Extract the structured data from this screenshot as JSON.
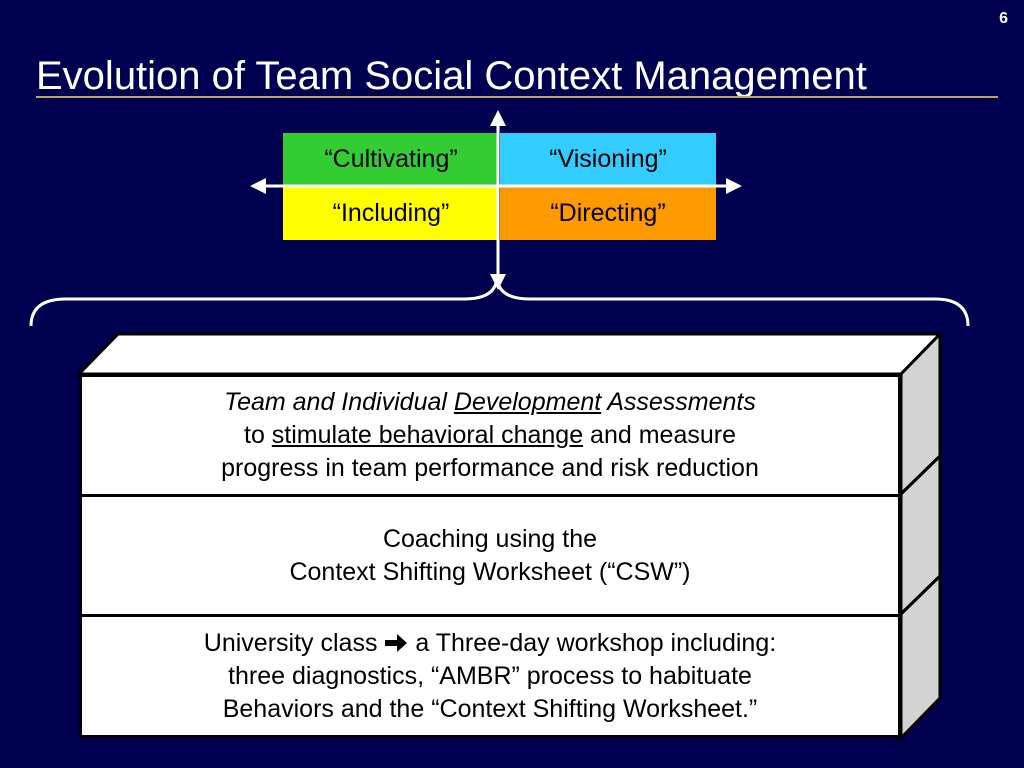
{
  "slide": {
    "page_number": "6",
    "title": "Evolution of Team Social Context Management"
  },
  "quadrants": {
    "cultivating": "“Cultivating”",
    "visioning": "“Visioning”",
    "including": "“Including”",
    "directing": "“Directing”"
  },
  "colors": {
    "background": "#000050",
    "cultivating": "#33cc33",
    "visioning": "#33ccff",
    "including": "#ffff00",
    "directing": "#ff9900"
  },
  "layers": {
    "top": {
      "line1_italic_a": "Team and Individual ",
      "line1_italic_underlined": "Development",
      "line1_italic_b": " Assessments",
      "line2_a": "to ",
      "line2_underlined": "stimulate behavioral change",
      "line2_b": " and measure",
      "line3": "progress in team performance and risk reduction"
    },
    "middle": {
      "line1": "Coaching using the",
      "line2": "Context Shifting Worksheet (“CSW”)"
    },
    "bottom": {
      "line1_a": "University class ",
      "arrow_icon": "right-arrow",
      "line1_b": " a Three-day workshop including:",
      "line2": "three diagnostics, “AMBR” process to habituate",
      "line3": "Behaviors and the “Context Shifting Worksheet.”"
    }
  }
}
